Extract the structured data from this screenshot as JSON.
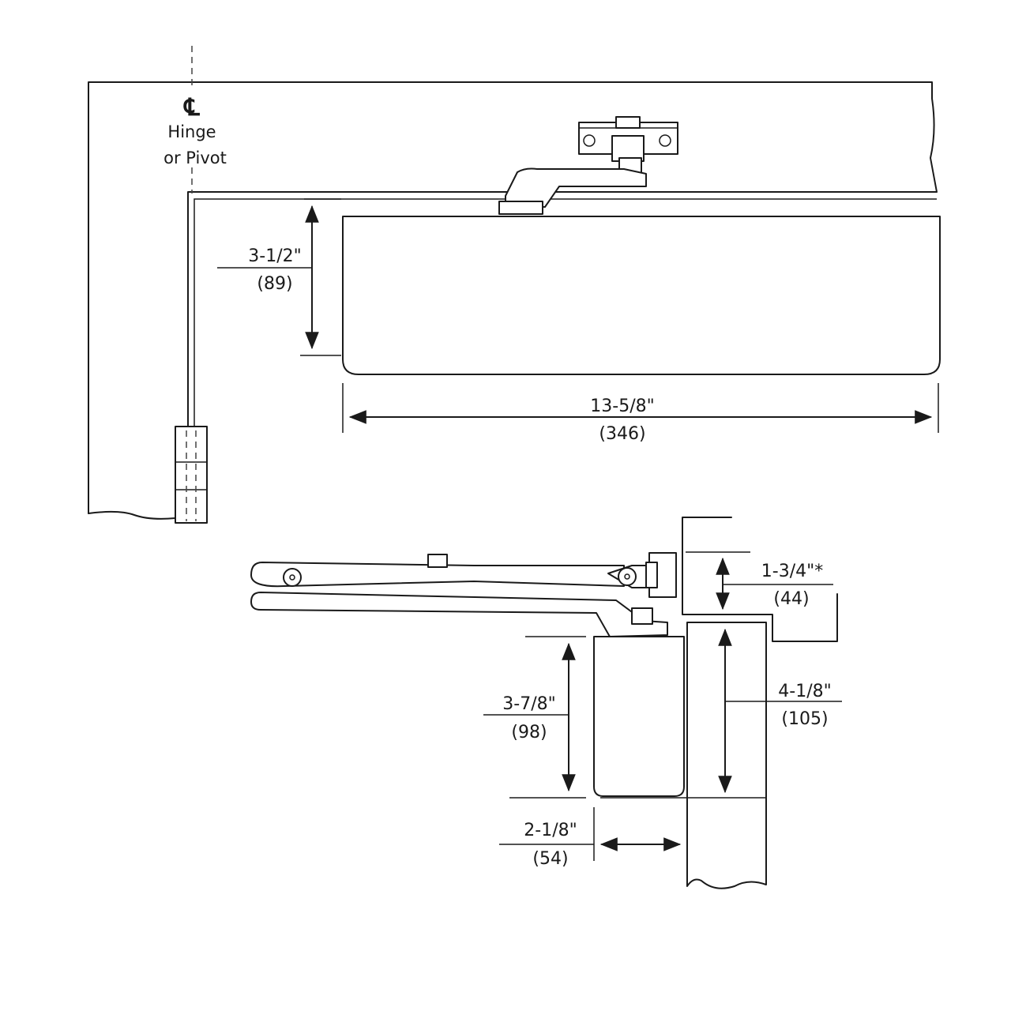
{
  "centerline": {
    "symbol": "℄",
    "label_line1": "Hinge",
    "label_line2": "or Pivot"
  },
  "dimensions": {
    "top_height": {
      "imperial": "3-1/2\"",
      "metric": "(89)"
    },
    "top_width": {
      "imperial": "13-5/8\"",
      "metric": "(346)"
    },
    "bottom_offset": {
      "imperial": "1-3/4\"*",
      "metric": "(44)"
    },
    "bottom_body_height": {
      "imperial": "3-7/8\"",
      "metric": "(98)"
    },
    "bottom_frame_height": {
      "imperial": "4-1/8\"",
      "metric": "(105)"
    },
    "bottom_depth": {
      "imperial": "2-1/8\"",
      "metric": "(54)"
    }
  }
}
